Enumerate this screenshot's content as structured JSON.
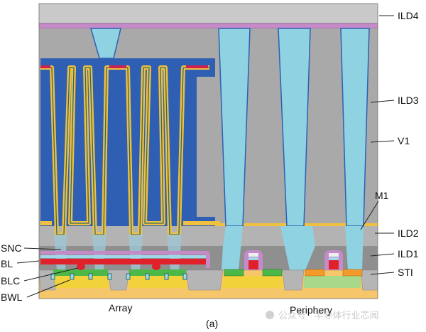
{
  "figure": {
    "panel_label": "(a)",
    "regions": {
      "array": "Array",
      "periphery": "Periphery"
    },
    "right_labels": [
      "ILD4",
      "ILD3",
      "V1",
      "M1",
      "ILD2",
      "ILD1",
      "STI"
    ],
    "left_labels": [
      "SNC",
      "BL",
      "BLC",
      "BWL"
    ],
    "watermark": "公众号 · 半导体行业芯闻"
  },
  "colors": {
    "ild": "#a9a9a9",
    "capacitor_blue": "#2f5fb3",
    "electrode_yellow": "#f0c040",
    "via_cyan": "#8fd3e3",
    "bitline_red": "#e0202a",
    "active_green": "#4cb848",
    "substrate": "#f6c66a"
  }
}
